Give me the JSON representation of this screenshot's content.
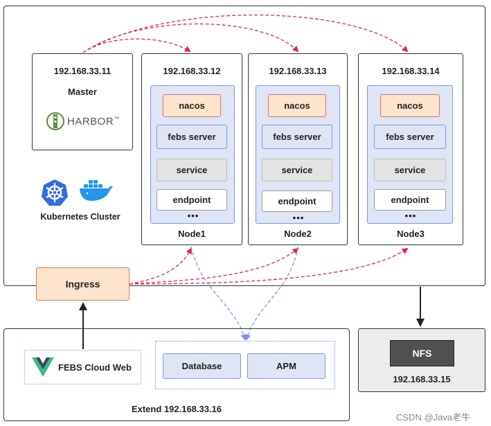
{
  "master": {
    "ip": "192.168.33.11",
    "role": "Master",
    "registry": "HARBOR",
    "registry_tm": "™"
  },
  "cluster": {
    "label": "Kubernetes Cluster"
  },
  "nodes": [
    {
      "ip": "192.168.33.12",
      "name": "Node1",
      "pods": [
        "nacos",
        "febs server",
        "service",
        "endpoint"
      ],
      "more": "•••"
    },
    {
      "ip": "192.168.33.13",
      "name": "Node2",
      "pods": [
        "nacos",
        "febs server",
        "service",
        "endpoint"
      ],
      "more": "•••"
    },
    {
      "ip": "192.168.33.14",
      "name": "Node3",
      "pods": [
        "nacos",
        "febs server",
        "service",
        "endpoint"
      ],
      "more": "•••"
    }
  ],
  "ingress": {
    "label": "Ingress"
  },
  "extend": {
    "label": "Extend 192.168.33.16",
    "web": "FEBS Cloud Web",
    "database": "Database",
    "apm": "APM"
  },
  "nfs": {
    "label": "NFS",
    "ip": "192.168.33.15"
  },
  "watermark": "CSDN @Java老牛",
  "colors": {
    "accent_red": "#e0245e",
    "accent_blue": "#7f93e6",
    "nacos_fill": "#fde4cc",
    "febs_fill": "#dfe5f5",
    "vue_green": "#41b883",
    "k8s_blue": "#326ce5",
    "docker_blue": "#2396ed"
  }
}
